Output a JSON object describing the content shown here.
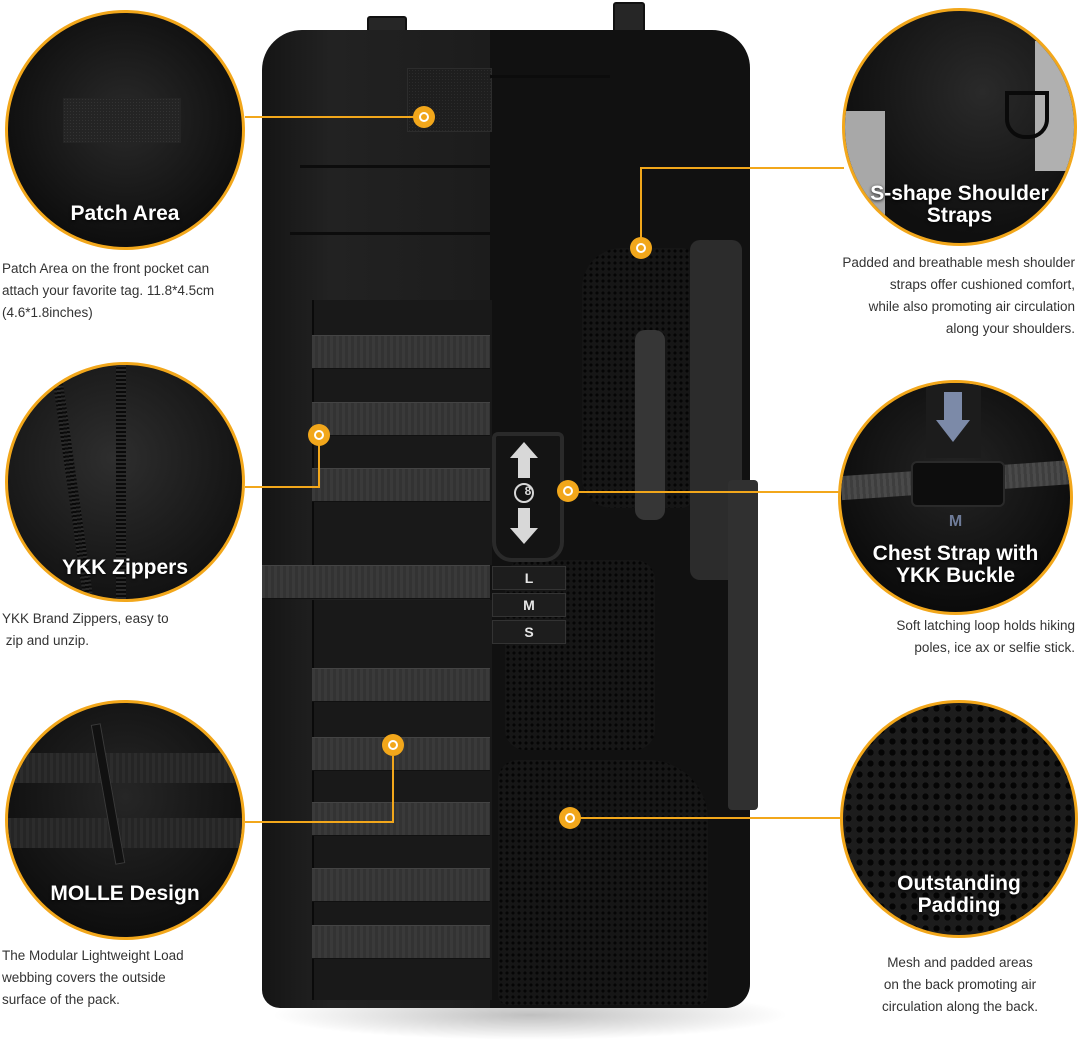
{
  "accent_color": "#F2A71B",
  "backpack": {
    "size_labels": [
      "L",
      "M",
      "S"
    ],
    "adjuster_badge": "8"
  },
  "features": [
    {
      "id": "patch-area",
      "title": "Patch Area",
      "description": [
        "Patch Area on the front pocket can",
        "attach your favorite tag. 11.8*4.5cm",
        "(4.6*1.8inches)"
      ]
    },
    {
      "id": "ykk-zippers",
      "title": "YKK Zippers",
      "description": [
        "YKK Brand Zippers, easy to",
        " zip and unzip."
      ]
    },
    {
      "id": "molle-design",
      "title": "MOLLE Design",
      "description": [
        "The Modular Lightweight Load",
        "webbing covers the outside",
        "surface of the pack."
      ]
    },
    {
      "id": "s-shape-shoulder-straps",
      "title_lines": [
        "S-shape Shoulder",
        "Straps"
      ],
      "description": [
        "Padded and breathable mesh shoulder",
        "straps offer cushioned comfort,",
        "while also promoting air circulation",
        "along your shoulders."
      ]
    },
    {
      "id": "chest-strap",
      "title_lines": [
        "Chest Strap with",
        "YKK Buckle"
      ],
      "description": [
        "Soft latching loop holds hiking",
        "poles, ice ax or selfie stick."
      ]
    },
    {
      "id": "outstanding-padding",
      "title_lines": [
        "Outstanding",
        "Padding"
      ],
      "description": [
        "Mesh and padded areas",
        "on the back promoting air",
        "circulation along the back."
      ]
    }
  ]
}
